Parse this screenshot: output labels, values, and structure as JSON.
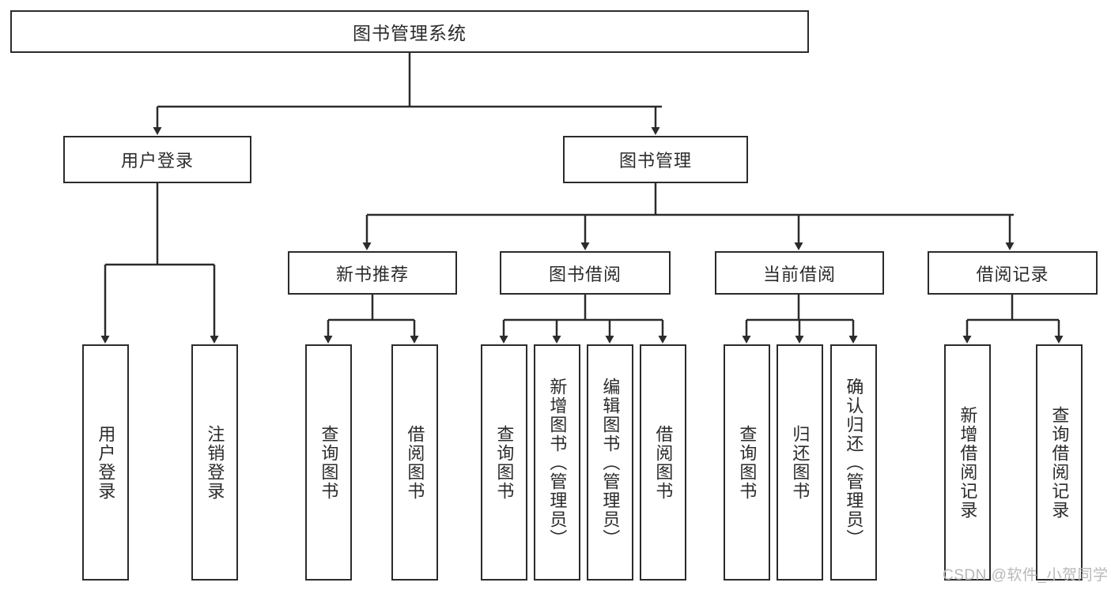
{
  "diagram": {
    "type": "tree-hierarchy",
    "title": "图书管理系统",
    "orientation": "top-down",
    "colors": {
      "stroke": "#2b2b2b",
      "fill": "#ffffff",
      "text": "#2b2b2b",
      "watermark": "#b8b8b8"
    },
    "root": {
      "label": "图书管理系统"
    },
    "level1": [
      {
        "label": "用户登录"
      },
      {
        "label": "图书管理"
      }
    ],
    "level2": [
      {
        "label": "新书推荐"
      },
      {
        "label": "图书借阅"
      },
      {
        "label": "当前借阅"
      },
      {
        "label": "借阅记录"
      }
    ],
    "leaves": {
      "user_login": [
        {
          "label": "用户登录"
        },
        {
          "label": "注销登录"
        }
      ],
      "new_book_recommend": [
        {
          "label": "查询图书"
        },
        {
          "label": "借阅图书"
        }
      ],
      "book_borrow": [
        {
          "label": "查询图书"
        },
        {
          "label": "新增图书（管理员）"
        },
        {
          "label": "编辑图书（管理员）"
        },
        {
          "label": "借阅图书"
        }
      ],
      "current_borrow": [
        {
          "label": "查询图书"
        },
        {
          "label": "归还图书"
        },
        {
          "label": "确认归还（管理员）"
        }
      ],
      "borrow_record": [
        {
          "label": "新增借阅记录"
        },
        {
          "label": "查询借阅记录"
        }
      ]
    }
  },
  "watermark": {
    "text": "CSDN @软件_小贺同学"
  }
}
